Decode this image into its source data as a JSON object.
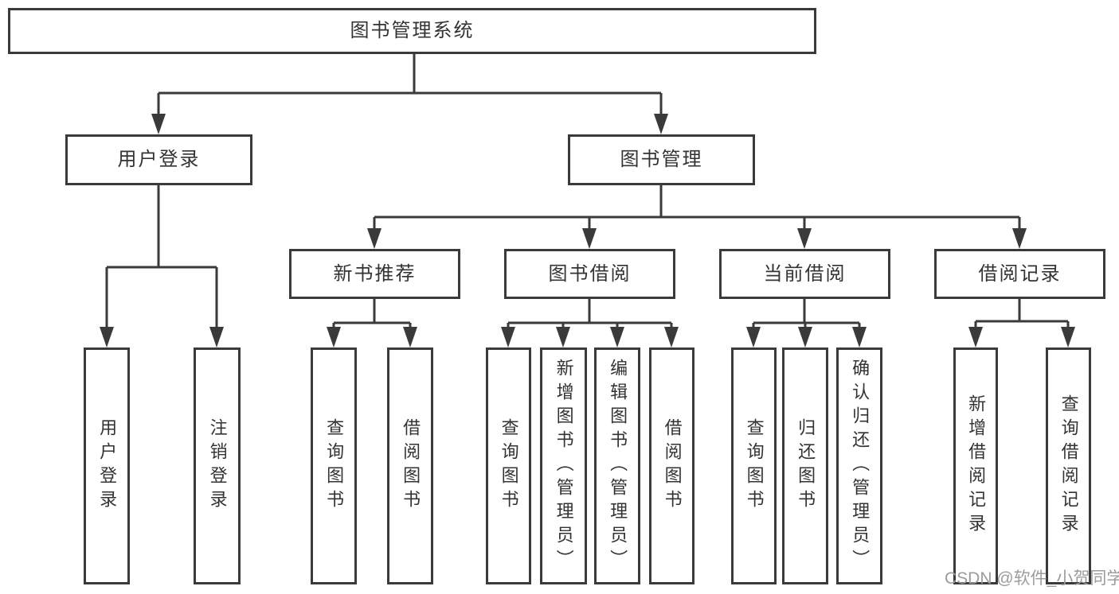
{
  "nodes": {
    "root": "图书管理系统",
    "user_login": "用户登录",
    "book_management": "图书管理",
    "new_book_recommend": "新书推荐",
    "book_borrowing": "图书借阅",
    "current_borrowing": "当前借阅",
    "borrowing_records": "借阅记录",
    "login_leaf": "用户登录",
    "logout_leaf": "注销登录",
    "query_books_recommend": "查询图书",
    "borrow_books_recommend": "借阅图书",
    "query_books_borrowing": "查询图书",
    "add_books_admin": "新增图书（管理员）",
    "edit_books_admin": "编辑图书（管理员）",
    "borrow_books_borrowing": "借阅图书",
    "query_books_current": "查询图书",
    "return_books": "归还图书",
    "confirm_return_admin": "确认归还（管理员）",
    "add_borrow_record": "新增借阅记录",
    "query_borrow_record": "查询借阅记录"
  },
  "watermark": "CSDN @软件_小贺同学",
  "colors": {
    "line": "#3a3a3a",
    "text": "#333333",
    "watermark": "#9c9c9c",
    "box_background": "#ffffff"
  }
}
